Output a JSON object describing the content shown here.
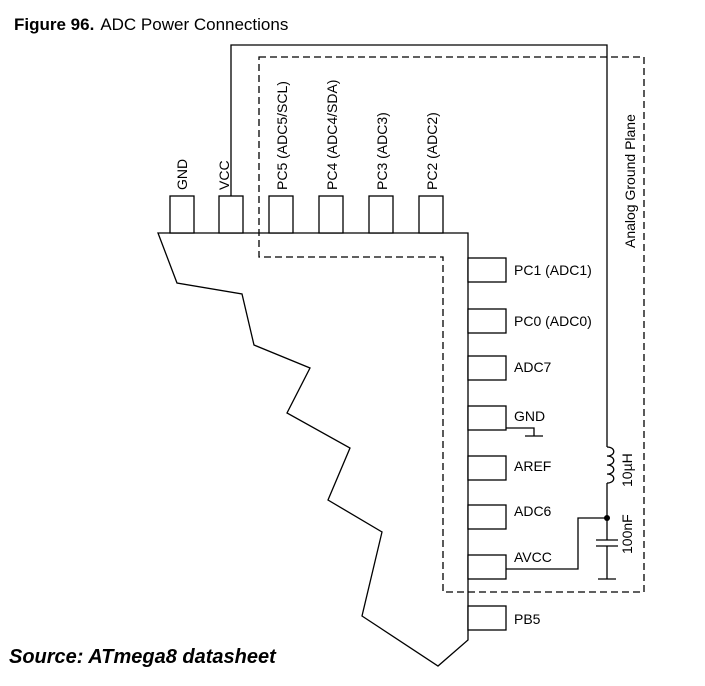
{
  "figure": {
    "number": "Figure 96.",
    "title": "ADC Power Connections"
  },
  "top_pins": [
    "GND",
    "VCC",
    "PC5 (ADC5/SCL)",
    "PC4 (ADC4/SDA)",
    "PC3 (ADC3)",
    "PC2 (ADC2)"
  ],
  "right_pins": [
    "PC1 (ADC1)",
    "PC0 (ADC0)",
    "ADC7",
    "GND",
    "AREF",
    "ADC6",
    "AVCC",
    "PB5"
  ],
  "components": {
    "inductor": "10µH",
    "capacitor": "100nF"
  },
  "ground_plane_label": "Analog Ground Plane",
  "source": "Source: ATmega8 datasheet"
}
